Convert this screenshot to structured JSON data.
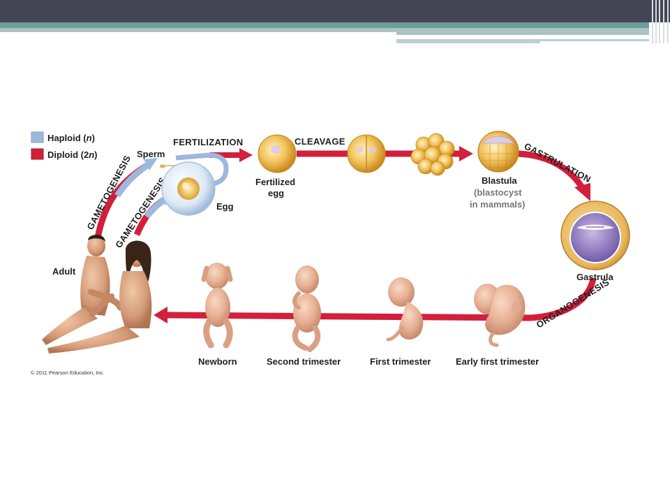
{
  "legend": {
    "haploid": {
      "label_pre": "Haploid (",
      "label_n": "n",
      "label_post": ")",
      "color": "#9db8dd"
    },
    "diploid": {
      "label_pre": "Diploid (2",
      "label_n": "n",
      "label_post": ")",
      "color": "#d21f3c"
    }
  },
  "stages": {
    "fertilization": "FERTILIZATION",
    "cleavage": "CLEAVAGE",
    "gastrulation": "GASTRULATION",
    "organogenesis": "ORGANOGENESIS",
    "gametogenesis_1": "GAMETOGENESIS",
    "gametogenesis_2": "GAMETOGENESIS"
  },
  "labels": {
    "sperm": "Sperm",
    "egg": "Egg",
    "fertilized_egg_1": "Fertilized",
    "fertilized_egg_2": "egg",
    "blastula": "Blastula",
    "blastula_note_1": "(blastocyst",
    "blastula_note_2": "in mammals)",
    "gastrula": "Gastrula",
    "adult": "Adult",
    "newborn": "Newborn",
    "second_trimester": "Second trimester",
    "first_trimester": "First trimester",
    "early_first_trimester": "Early first trimester"
  },
  "copyright": "© 2011 Pearson Education, Inc."
}
